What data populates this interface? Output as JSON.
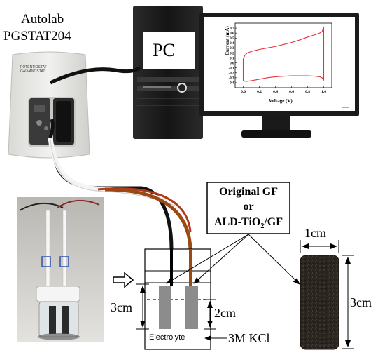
{
  "labels": {
    "instrument_line1": "Autolab",
    "instrument_line2": "PGSTAT204",
    "instrument_panel_1": "POTENTIOSTAT",
    "instrument_panel_2": "GALVANOSTAT",
    "pc": "PC",
    "electrode_box_line1": "Original GF",
    "electrode_box_line2": "or",
    "electrode_box_line3_prefix": "ALD-TiO",
    "electrode_box_line3_sub": "2",
    "electrode_box_line3_suffix": "/GF",
    "width_dim": "1cm",
    "height_dim_sample": "3cm",
    "height_dim_cell": "3cm",
    "immersion_dim": "2cm",
    "electrolyte": "Electrolyte",
    "kcl": "3M KCl"
  },
  "colors": {
    "cv_curve": "#e8323c",
    "cable_black": "#111111",
    "cable_white": "#f4f4f4",
    "cable_red": "#b03a1a",
    "cable_brown": "#9a4a12",
    "electrolyte_line": "#2a2ad0",
    "sample": "#2b2520"
  },
  "chart_data": {
    "type": "line",
    "xlabel": "Voltage (V)",
    "ylabel": "Current (mA)",
    "xlim": [
      -0.1,
      1.1
    ],
    "ylim": [
      -0.5,
      0.8
    ],
    "xticks": [
      "0.0",
      "0.2",
      "0.4",
      "0.6",
      "0.8",
      "1.0"
    ],
    "yticks": [
      "-0.4",
      "-0.3",
      "-0.2",
      "-0.1",
      "0.0",
      "0.1",
      "0.2",
      "0.3",
      "0.4",
      "0.5",
      "0.6",
      "0.7"
    ],
    "series": [
      {
        "x": [
          0.0,
          0.02,
          0.05,
          0.1,
          0.2,
          0.3,
          0.4,
          0.5,
          0.6,
          0.7,
          0.8,
          0.9,
          0.95,
          0.98,
          1.0,
          1.0,
          0.98,
          0.95,
          0.9,
          0.8,
          0.7,
          0.6,
          0.5,
          0.4,
          0.3,
          0.2,
          0.1,
          0.05,
          0.02,
          0.0,
          0.0
        ],
        "y": [
          0.08,
          0.15,
          0.2,
          0.23,
          0.27,
          0.3,
          0.33,
          0.37,
          0.41,
          0.46,
          0.52,
          0.57,
          0.6,
          0.63,
          0.72,
          -0.35,
          -0.3,
          -0.28,
          -0.27,
          -0.26,
          -0.26,
          -0.26,
          -0.27,
          -0.28,
          -0.3,
          -0.33,
          -0.36,
          -0.37,
          -0.37,
          -0.36,
          0.08
        ]
      }
    ]
  }
}
